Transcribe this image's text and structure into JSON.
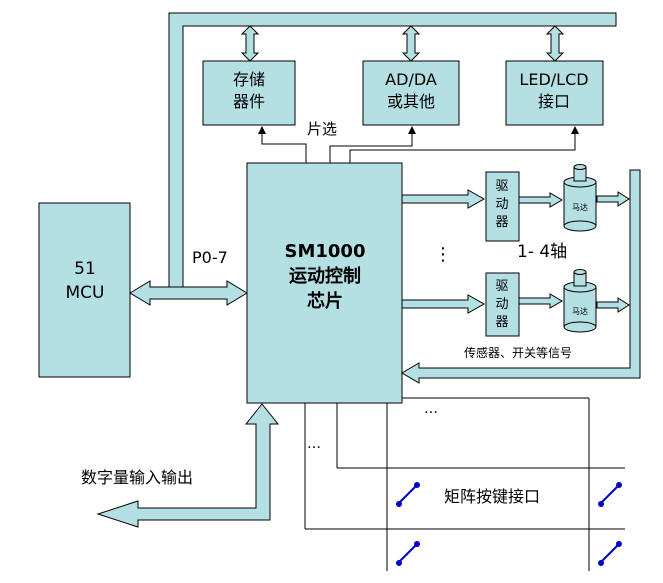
{
  "blocks": {
    "mcu": [
      "51",
      "MCU"
    ],
    "chip": [
      "SM1000",
      "运动控制",
      "芯片"
    ],
    "storage": [
      "存储",
      "器件"
    ],
    "adda": [
      "AD/DA",
      "或其他"
    ],
    "led": [
      "LED/LCD",
      "接口"
    ],
    "driver1": [
      "驱",
      "动",
      "器"
    ],
    "driver2": [
      "驱",
      "动",
      "器"
    ],
    "motor1": "马达",
    "motor2": "马达"
  },
  "labels": {
    "p07": "P0-7",
    "chip_select": "片选",
    "axes": "1- 4轴",
    "sensors": "传感器、开关等信号",
    "digital_io": "数字量输入输出",
    "matrix": "矩阵按键接口",
    "vdots": "⋮",
    "dots1": "…",
    "dots2": "…"
  },
  "colors": {
    "fill": "#b4dfe3",
    "stroke": "#000000"
  }
}
